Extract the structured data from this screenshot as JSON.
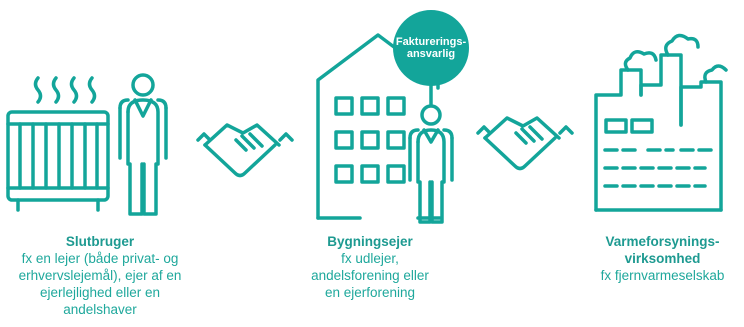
{
  "colors": {
    "icon": "#13A59A",
    "title": "#1E9A91",
    "text": "#1FA89C",
    "badge_fill": "#13A59A",
    "badge_text": "#ffffff"
  },
  "icons": [
    "radiator-icon",
    "person-icon",
    "handshake-icon",
    "building-icon",
    "factory-icon"
  ],
  "badge": {
    "line1": "Fakturerings-",
    "line2": "ansvarlig"
  },
  "actors": [
    {
      "title": "Slutbruger",
      "desc": "fx en lejer (både privat- og\nerhvervslejemål), ejer af en\nejerlejlighed eller en\nandelshaver"
    },
    {
      "title": "Bygningsejer",
      "desc": "fx udlejer,\nandelsforening eller\nen ejerforening"
    },
    {
      "title": "Varmeforsynings-\nvirksomhed",
      "desc": "fx fjernvarmeselskab"
    }
  ]
}
